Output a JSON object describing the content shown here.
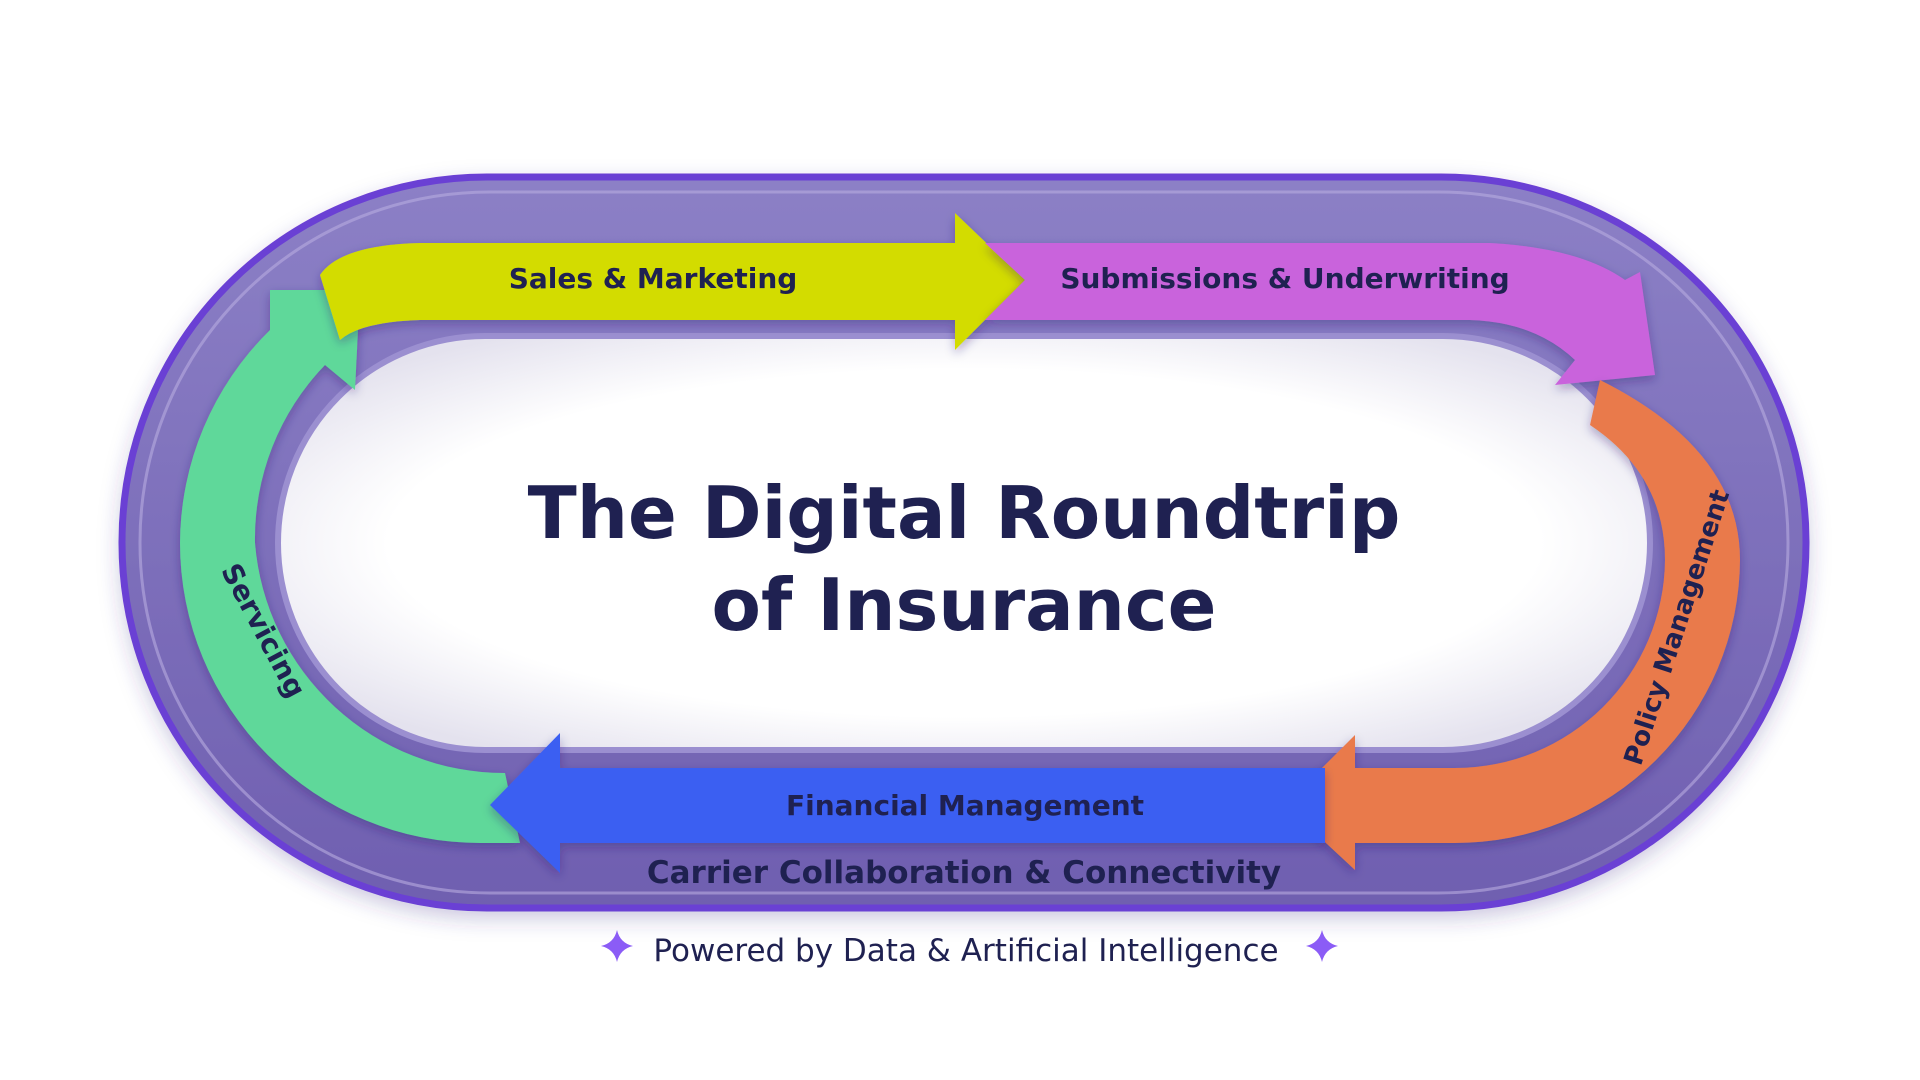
{
  "title": {
    "line1": "The Digital Roundtrip",
    "line2": "of Insurance"
  },
  "stages": [
    {
      "label": "Sales & Marketing",
      "color": "#d3dc00"
    },
    {
      "label": "Submissions & Underwriting",
      "color": "#c964dc"
    },
    {
      "label": "Policy Management",
      "color": "#e97a4c"
    },
    {
      "label": "Financial Management",
      "color": "#3a5ef2"
    },
    {
      "label": "Servicing",
      "color": "#5fd89a"
    }
  ],
  "track_label": "Carrier Collaboration & Connectivity",
  "footer": {
    "text": "Powered by Data & Artificial Intelligence",
    "icon": "sparkle-icon"
  },
  "colors": {
    "track": "#7b6bb8",
    "track_border": "#6b3fd4",
    "text": "#1f2151",
    "sparkle": "#8b5cf6"
  }
}
